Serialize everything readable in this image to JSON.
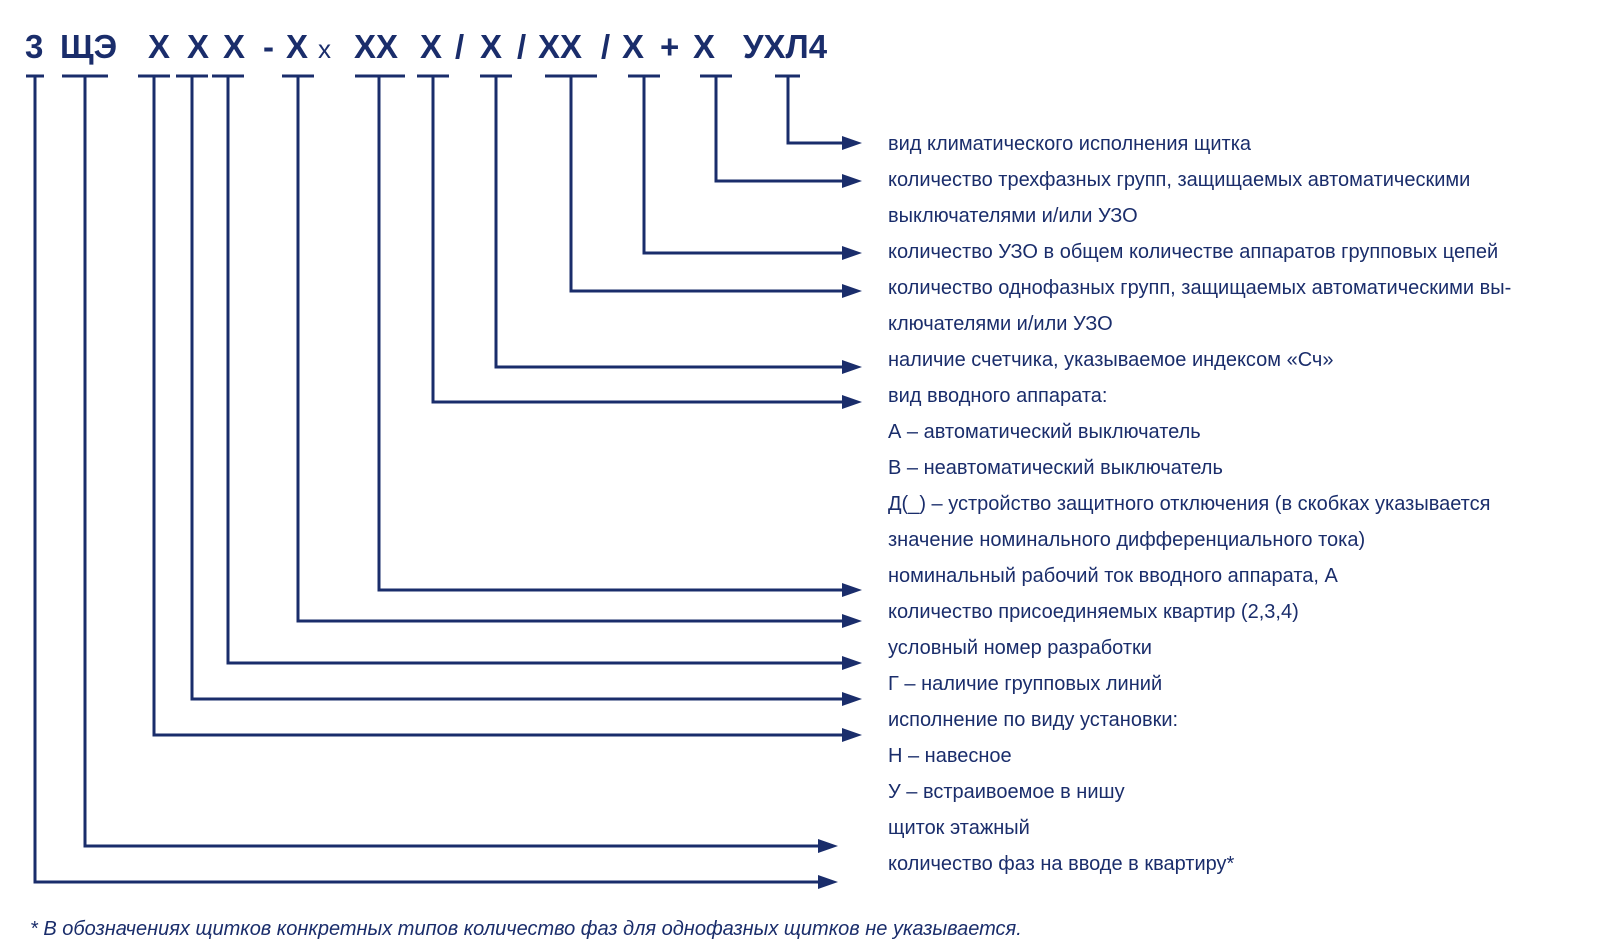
{
  "designation": {
    "parts": [
      "3",
      "ЩЭ",
      "Х",
      "Х",
      "Х",
      "-",
      "Х",
      "х",
      "ХХ",
      "Х",
      "/",
      "Х",
      "/",
      "ХХ",
      "/",
      "Х",
      "+",
      "Х",
      "УХЛ4"
    ]
  },
  "descriptions": [
    "вид климатического исполнения щитка",
    "количество трехфазных групп, защищаемых автоматическими",
    "выключателями и/или УЗО",
    "количество УЗО в общем количестве аппаратов групповых цепей",
    "количество однофазных групп, защищаемых автоматическими вы-",
    "ключателями и/или УЗО",
    "наличие счетчика, указываемое индексом «Сч»",
    "вид вводного аппарата:",
    "А – автоматический выключатель",
    "В – неавтоматический выключатель",
    "Д(_) – устройство защитного отключения (в скобках указывается",
    "значение номинального дифференциального тока)",
    "номинальный рабочий ток вводного аппарата, А",
    "количество присоединяемых квартир (2,3,4)",
    "условный номер разработки",
    "Г – наличие групповых линий",
    "исполнение по виду установки:",
    "Н – навесное",
    "У – встраивоемое в нишу",
    "щиток этажный",
    "количество фаз на вводе в квартиру*"
  ],
  "footnote": "* В обозначениях щитков конкретных типов количество фаз для однофазных щитков не указывается.",
  "colors": {
    "ink": "#1a2d6b",
    "background": "#ffffff"
  }
}
